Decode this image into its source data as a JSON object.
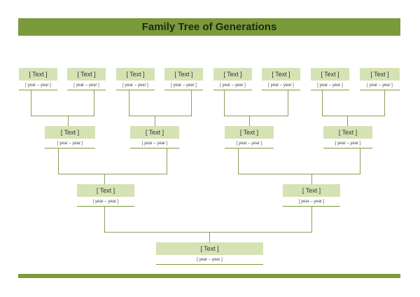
{
  "title": "Family Tree of Generations",
  "generation_1": [
    {
      "name": "[ Text ]",
      "years": "[ year – year ]"
    },
    {
      "name": "[ Text ]",
      "years": "[ year – year ]"
    },
    {
      "name": "[ Text ]",
      "years": "[ year – year ]"
    },
    {
      "name": "[ Text ]",
      "years": "[ year – year ]"
    },
    {
      "name": "[ Text ]",
      "years": "[ year – year ]"
    },
    {
      "name": "[ Text ]",
      "years": "[ year – year ]"
    },
    {
      "name": "[ Text ]",
      "years": "[ year – year ]"
    },
    {
      "name": "[ Text ]",
      "years": "[ year – year ]"
    }
  ],
  "generation_2": [
    {
      "name": "[ Text ]",
      "years": "[ year – year ]"
    },
    {
      "name": "[ Text ]",
      "years": "[ year – year ]"
    },
    {
      "name": "[ Text ]",
      "years": "[ year – year ]"
    },
    {
      "name": "[ Text ]",
      "years": "[ year – year ]"
    }
  ],
  "generation_3": [
    {
      "name": "[ Text ]",
      "years": "[ year – year ]"
    },
    {
      "name": "[ Text ]",
      "years": "[ year – year ]"
    }
  ],
  "generation_4": [
    {
      "name": "[ Text ]",
      "years": "[ year – year ]"
    }
  ],
  "colors": {
    "accent": "#7a9a3c",
    "box_fill": "#d5e2b4",
    "line": "#8aa05a"
  }
}
